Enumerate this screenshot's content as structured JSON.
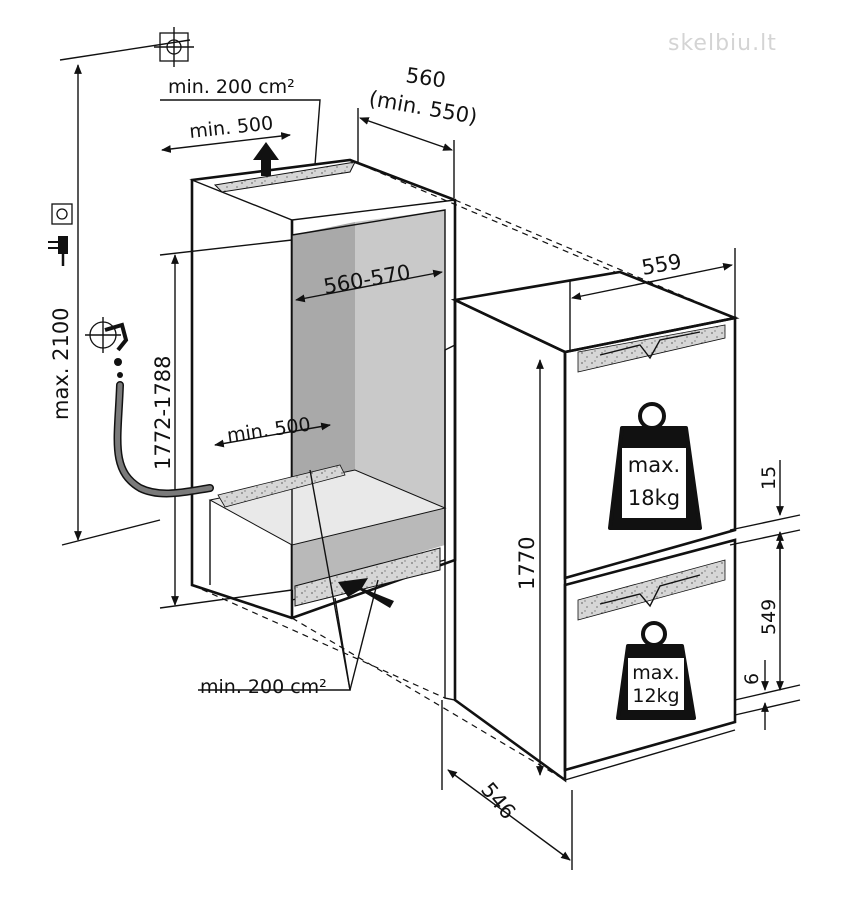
{
  "watermark": "skelbiu.lt",
  "labels": {
    "top_vent_area": "min. 200 cm²",
    "top_vent_width": "min. 500",
    "niche_depth": "560",
    "niche_depth_min": "(min. 550)",
    "max_height": "max. 2100",
    "niche_height": "1772-1788",
    "niche_width": "560-570",
    "bottom_vent_width": "min. 500",
    "bottom_vent_area": "min. 200 cm²",
    "appliance_width": "559",
    "appliance_height": "1770",
    "appliance_depth": "546",
    "door_gap": "15",
    "lower_door_height": "549",
    "bottom_gap": "6"
  },
  "weights": {
    "upper": {
      "line1": "max.",
      "line2": "18kg"
    },
    "lower": {
      "line1": "max.",
      "line2": "12kg"
    }
  },
  "icons": [
    "cross-target-icon",
    "power-socket-icon",
    "power-plug-icon",
    "water-tap-icon",
    "weight-icon",
    "up-arrow-icon",
    "inlet-arrow-icon"
  ]
}
